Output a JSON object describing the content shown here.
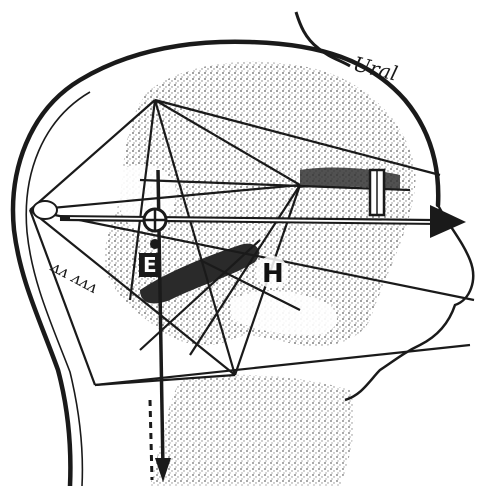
{
  "drawing": {
    "ural_label": "Ural",
    "e_label": "E",
    "h_label": "H",
    "side_scribble": "ᴧᴧ ᴧᴧᴧ"
  },
  "colors": {
    "ink": "#1a1a1a",
    "paper": "#ffffff",
    "shade": "#8c8c8c",
    "dark_shade": "#3a3a3a"
  }
}
